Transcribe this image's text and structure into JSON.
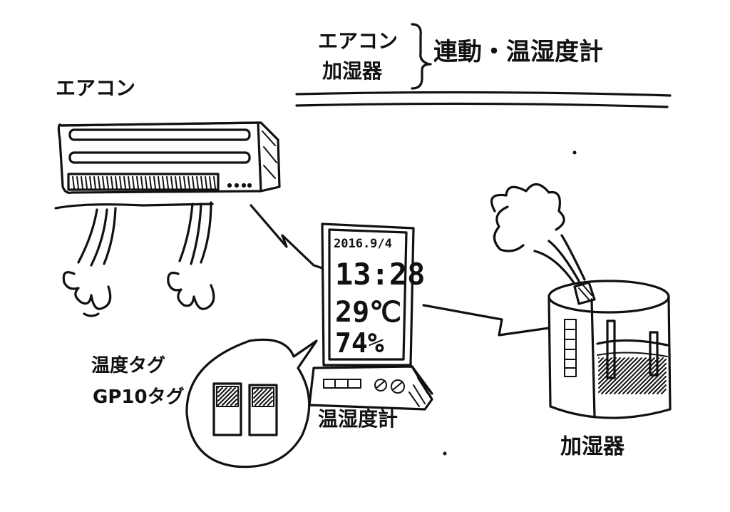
{
  "title": {
    "line1": "エアコン",
    "line2": "加湿器",
    "right": "連動・温湿度計"
  },
  "labels": {
    "aircon": "エアコン",
    "hygrometer": "温湿度計",
    "humidifier": "加湿器",
    "tag_line1": "温度タグ",
    "tag_line2": "GP10タグ"
  },
  "screen": {
    "date": "2016.9/4",
    "time": "13:28",
    "temperature": "29℃",
    "humidity": "74%"
  }
}
